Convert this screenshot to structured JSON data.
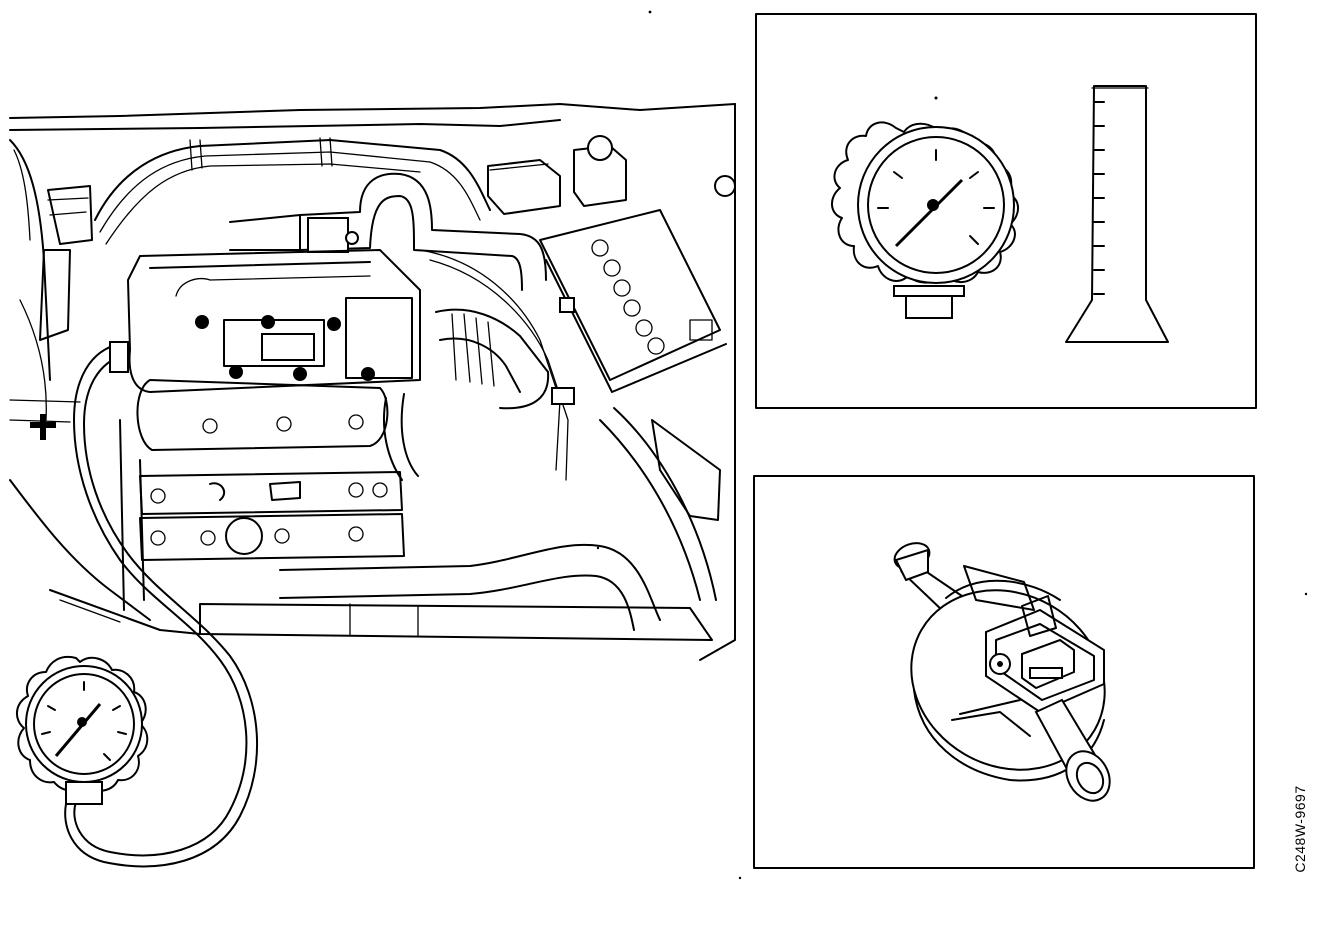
{
  "figure": {
    "reference_code": "C248W-9697",
    "panels": [
      "engine-bay-overview",
      "pressure-gauge-and-measuring-cylinder",
      "vacuum-valve"
    ]
  }
}
